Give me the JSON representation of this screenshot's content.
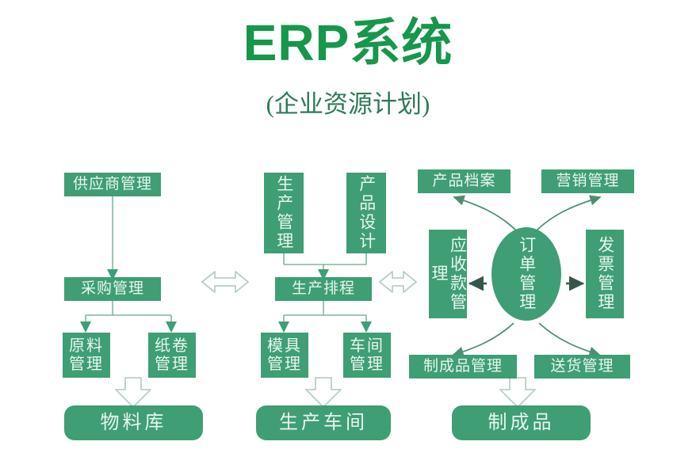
{
  "header": {
    "title": "ERP系统",
    "subtitle": "(企业资源计划)"
  },
  "colors": {
    "title_green": "#16974c",
    "subtitle_green": "#2f7a58",
    "node_fill": "#3f9e74",
    "node_text": "#e8f6ee",
    "connector": "#7fb79b",
    "dark_arrow": "#33584a",
    "hollow_arrow_stroke": "#b9cfc6",
    "background": "#ffffff"
  },
  "diagram": {
    "type": "flowchart",
    "columns": [
      {
        "name": "procurement",
        "nodes": [
          "supplier_mgmt",
          "purchase_mgmt",
          "raw_material_mgmt",
          "paper_roll_mgmt",
          "material_warehouse"
        ]
      },
      {
        "name": "production",
        "nodes": [
          "production_mgmt",
          "product_design",
          "production_scheduling",
          "mold_mgmt",
          "workshop_mgmt",
          "production_workshop"
        ]
      },
      {
        "name": "sales",
        "nodes": [
          "product_archive",
          "marketing_mgmt",
          "receivables_mgmt",
          "order_mgmt",
          "invoice_mgmt",
          "finished_goods_mgmt",
          "delivery_mgmt",
          "finished_goods"
        ]
      }
    ],
    "nodes": {
      "supplier_mgmt": {
        "label": "供应商管理",
        "shape": "flat"
      },
      "purchase_mgmt": {
        "label": "采购管理",
        "shape": "flat"
      },
      "raw_material_mgmt": {
        "label": "原料\n管理",
        "shape": "stack"
      },
      "paper_roll_mgmt": {
        "label": "纸卷\n管理",
        "shape": "stack"
      },
      "material_warehouse": {
        "label": "物料库",
        "shape": "round"
      },
      "production_mgmt": {
        "label": "生产管理",
        "shape": "vertical"
      },
      "product_design": {
        "label": "产品设计",
        "shape": "vertical"
      },
      "production_scheduling": {
        "label": "生产排程",
        "shape": "flat"
      },
      "mold_mgmt": {
        "label": "模具\n管理",
        "shape": "stack"
      },
      "workshop_mgmt": {
        "label": "车间\n管理",
        "shape": "stack"
      },
      "production_workshop": {
        "label": "生产车间",
        "shape": "round"
      },
      "product_archive": {
        "label": "产品档案",
        "shape": "flat"
      },
      "marketing_mgmt": {
        "label": "营销管理",
        "shape": "flat"
      },
      "receivables_mgmt": {
        "label": "应收款管理",
        "shape": "vertical"
      },
      "order_mgmt": {
        "label": "订单管理",
        "shape": "ellipse"
      },
      "invoice_mgmt": {
        "label": "发票管理",
        "shape": "vertical"
      },
      "finished_goods_mgmt": {
        "label": "制成品管理",
        "shape": "flat"
      },
      "delivery_mgmt": {
        "label": "送货管理",
        "shape": "flat"
      },
      "finished_goods": {
        "label": "制成品",
        "shape": "round"
      }
    },
    "connections": [
      {
        "from": "supplier_mgmt",
        "to": "purchase_mgmt",
        "style": "straight-arrow"
      },
      {
        "from": "purchase_mgmt",
        "to": "raw_material_mgmt",
        "style": "branch-arrow"
      },
      {
        "from": "purchase_mgmt",
        "to": "paper_roll_mgmt",
        "style": "branch-arrow"
      },
      {
        "from": "raw_material_mgmt",
        "to": "material_warehouse",
        "style": "block-arrow"
      },
      {
        "from": "production_mgmt",
        "to": "production_scheduling",
        "style": "branch-arrow"
      },
      {
        "from": "product_design",
        "to": "production_scheduling",
        "style": "branch-arrow"
      },
      {
        "from": "production_scheduling",
        "to": "mold_mgmt",
        "style": "branch-arrow"
      },
      {
        "from": "production_scheduling",
        "to": "workshop_mgmt",
        "style": "branch-arrow"
      },
      {
        "from": "mold_mgmt",
        "to": "production_workshop",
        "style": "block-arrow"
      },
      {
        "from": "purchase_mgmt",
        "to": "production_scheduling",
        "style": "double-block-arrow"
      },
      {
        "from": "production_scheduling",
        "to": "receivables_mgmt",
        "style": "double-block-arrow"
      },
      {
        "from": "order_mgmt",
        "to": "product_archive",
        "style": "curved-arrow"
      },
      {
        "from": "order_mgmt",
        "to": "marketing_mgmt",
        "style": "curved-arrow"
      },
      {
        "from": "order_mgmt",
        "to": "receivables_mgmt",
        "style": "solid-arrow"
      },
      {
        "from": "order_mgmt",
        "to": "invoice_mgmt",
        "style": "solid-arrow"
      },
      {
        "from": "order_mgmt",
        "to": "finished_goods_mgmt",
        "style": "curved-arrow"
      },
      {
        "from": "order_mgmt",
        "to": "delivery_mgmt",
        "style": "curved-arrow"
      },
      {
        "from": "finished_goods_mgmt",
        "to": "finished_goods",
        "style": "block-arrow"
      }
    ]
  }
}
